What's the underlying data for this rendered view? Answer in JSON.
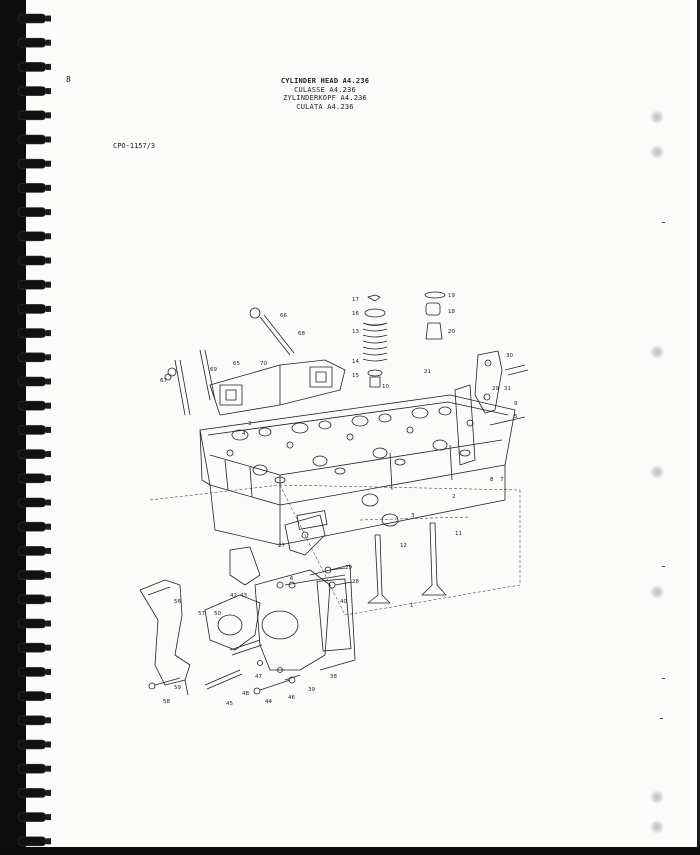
{
  "page_number": "8",
  "title_lines": [
    "CYLINDER HEAD A4.236",
    "CULASSE A4.236",
    "ZYLINDERKOPF A4.236",
    "CULATA A4.236"
  ],
  "reference_code": "CPO-1157/3",
  "part_labels": [
    {
      "id": "p66",
      "text": "66"
    },
    {
      "id": "p68",
      "text": "68"
    },
    {
      "id": "p17",
      "text": "17"
    },
    {
      "id": "p16",
      "text": "16"
    },
    {
      "id": "p13",
      "text": "13"
    },
    {
      "id": "p19",
      "text": "19"
    },
    {
      "id": "p18",
      "text": "18"
    },
    {
      "id": "p20",
      "text": "20"
    },
    {
      "id": "p14",
      "text": "14"
    },
    {
      "id": "p15",
      "text": "15"
    },
    {
      "id": "p10",
      "text": "10"
    },
    {
      "id": "p21",
      "text": "21"
    },
    {
      "id": "p30",
      "text": "30"
    },
    {
      "id": "p69",
      "text": "69"
    },
    {
      "id": "p65",
      "text": "65"
    },
    {
      "id": "p70",
      "text": "70"
    },
    {
      "id": "p67",
      "text": "67"
    },
    {
      "id": "p3a",
      "text": "3"
    },
    {
      "id": "p4",
      "text": "4"
    },
    {
      "id": "p29a",
      "text": "29"
    },
    {
      "id": "p31",
      "text": "31"
    },
    {
      "id": "p9",
      "text": "9"
    },
    {
      "id": "p5",
      "text": "5"
    },
    {
      "id": "p8",
      "text": "8"
    },
    {
      "id": "p7",
      "text": "7"
    },
    {
      "id": "p2",
      "text": "2"
    },
    {
      "id": "p3b",
      "text": "3"
    },
    {
      "id": "p12",
      "text": "12"
    },
    {
      "id": "p11",
      "text": "11"
    },
    {
      "id": "p27",
      "text": "27"
    },
    {
      "id": "p29b",
      "text": "29"
    },
    {
      "id": "p28",
      "text": "28"
    },
    {
      "id": "p1",
      "text": "1"
    },
    {
      "id": "p6",
      "text": "6"
    },
    {
      "id": "p40",
      "text": "40"
    },
    {
      "id": "p56",
      "text": "56"
    },
    {
      "id": "p57",
      "text": "57"
    },
    {
      "id": "p50",
      "text": "50"
    },
    {
      "id": "p42",
      "text": "42"
    },
    {
      "id": "p43",
      "text": "43"
    },
    {
      "id": "p38",
      "text": "38"
    },
    {
      "id": "p45",
      "text": "45"
    },
    {
      "id": "p59",
      "text": "59"
    },
    {
      "id": "p58",
      "text": "58"
    },
    {
      "id": "p47",
      "text": "47"
    },
    {
      "id": "p48",
      "text": "48"
    },
    {
      "id": "p44",
      "text": "44"
    },
    {
      "id": "p46",
      "text": "46"
    },
    {
      "id": "p39",
      "text": "39"
    }
  ]
}
